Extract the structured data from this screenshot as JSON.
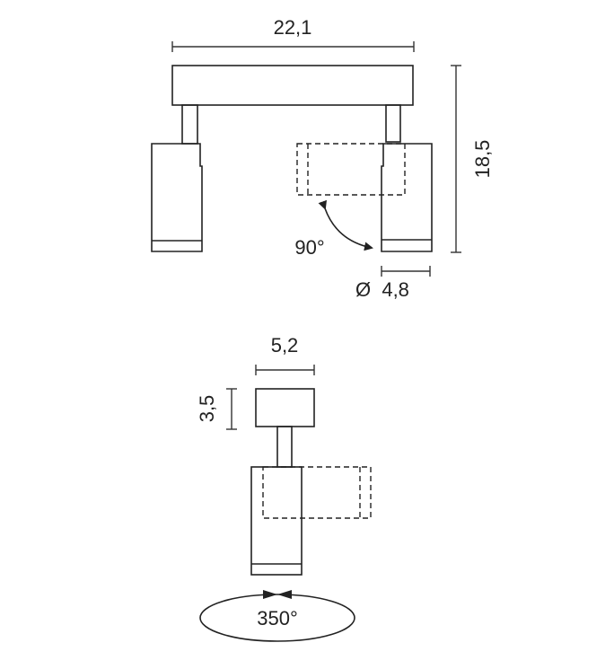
{
  "front_view": {
    "width_label": "22,1",
    "height_label": "18,5",
    "rotation_label": "90°",
    "diameter_label": "Ø  4,8"
  },
  "side_view": {
    "base_width_label": "5,2",
    "base_height_label": "3,5",
    "rotation_label": "350°"
  },
  "colors": {
    "line": "#222222",
    "background": "#ffffff"
  }
}
